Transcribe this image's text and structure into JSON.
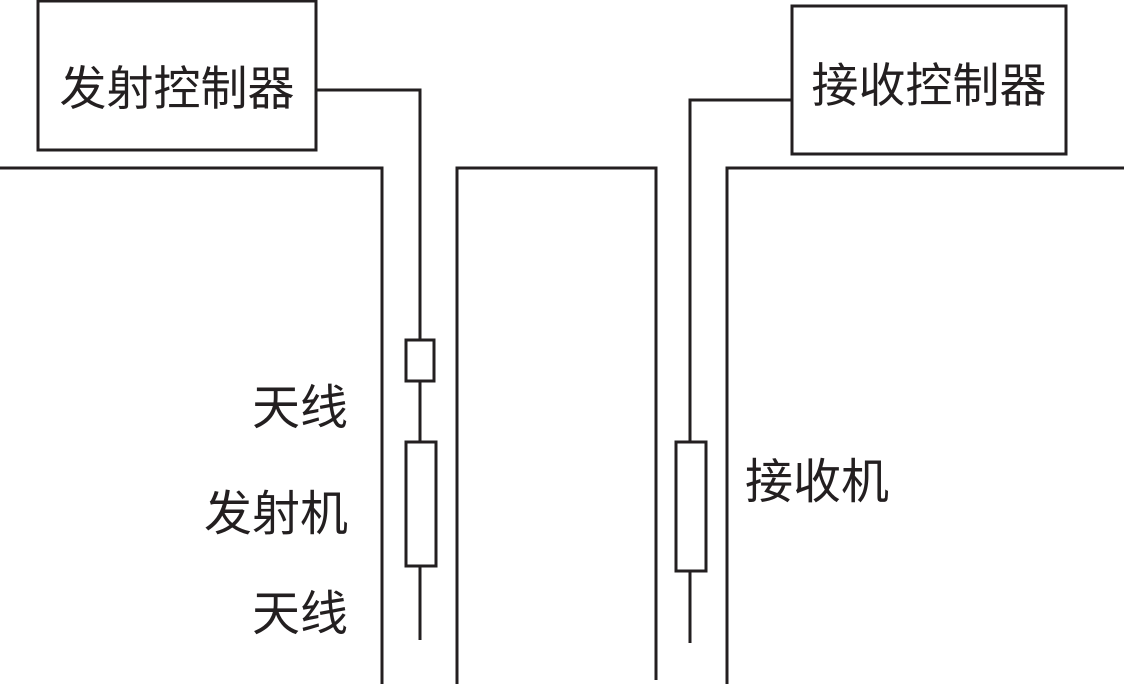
{
  "labels": {
    "transmit_controller": "发射控制器",
    "receive_controller": "接收控制器",
    "antenna_upper": "天线",
    "transmitter": "发射机",
    "antenna_lower": "天线",
    "receiver": "接收机"
  },
  "colors": {
    "stroke": "#231f20",
    "background": "#ffffff"
  }
}
